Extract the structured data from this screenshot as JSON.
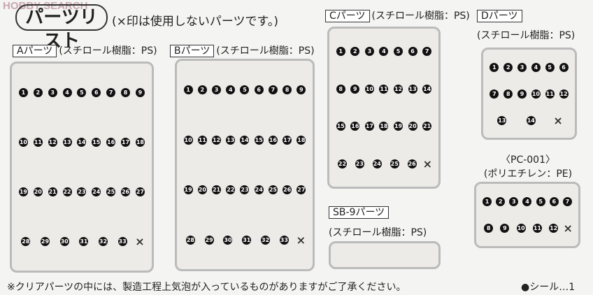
{
  "watermark": "HOBBY SEARCH",
  "title": "パーツリスト",
  "title_note": "(×印は使用しないパーツです。)",
  "material": "(スチロール樹脂：PS)",
  "runners": {
    "A": {
      "label": "Aパーツ",
      "parts": [
        "1",
        "2",
        "3",
        "4",
        "5",
        "6",
        "7",
        "8",
        "9",
        "10",
        "11",
        "12",
        "13",
        "14",
        "15",
        "16",
        "17",
        "18",
        "19",
        "20",
        "21",
        "22",
        "23",
        "24",
        "25",
        "26",
        "27",
        "28",
        "29",
        "30",
        "31",
        "32",
        "33"
      ]
    },
    "B": {
      "label": "Bパーツ",
      "parts": [
        "1",
        "2",
        "3",
        "4",
        "5",
        "6",
        "7",
        "8",
        "9",
        "10",
        "11",
        "12",
        "13",
        "14",
        "15",
        "16",
        "17",
        "18",
        "19",
        "20",
        "21",
        "22",
        "23",
        "24",
        "25",
        "26",
        "27",
        "28",
        "29",
        "30",
        "31",
        "32",
        "33"
      ]
    },
    "C": {
      "label": "Cパーツ",
      "parts": [
        "1",
        "2",
        "3",
        "4",
        "5",
        "6",
        "7",
        "8",
        "9",
        "10",
        "11",
        "12",
        "13",
        "14",
        "15",
        "16",
        "17",
        "18",
        "19",
        "20",
        "21",
        "22",
        "23",
        "24",
        "25",
        "26"
      ]
    },
    "D": {
      "label": "Dパーツ",
      "parts": [
        "1",
        "2",
        "3",
        "4",
        "5",
        "6",
        "7",
        "8",
        "9",
        "10",
        "11",
        "12",
        "13",
        "14"
      ]
    },
    "SB9": {
      "label": "SB-9パーツ"
    },
    "PC": {
      "label": "〈PC-001〉",
      "material": "(ポリエチレン：PE)",
      "parts": [
        "1",
        "2",
        "3",
        "4",
        "5",
        "6",
        "7",
        "8",
        "9",
        "10",
        "11",
        "12"
      ]
    }
  },
  "unused_mark": "×",
  "footer": "※クリアパーツの中には、製造工程上気泡が入っているものがありますがご了承ください。",
  "seal": "●シール…1"
}
